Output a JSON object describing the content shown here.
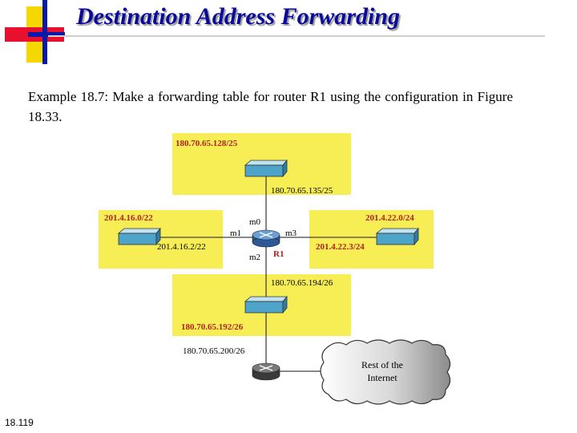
{
  "slide": {
    "title": "Destination Address Forwarding",
    "example_text": "Example 18.7: Make a forwarding table for router R1 using the configuration in Figure 18.33.",
    "slide_number": "18.119"
  },
  "figure": {
    "lans": [
      {
        "label": "180.70.65.128/25"
      },
      {
        "label": "201.4.16.0/22"
      },
      {
        "label": "201.4.22.0/24"
      },
      {
        "label": "180.70.65.192/26"
      }
    ],
    "interfaces": {
      "top": "180.70.65.135/25",
      "left": "201.4.16.2/22",
      "right": "201.4.22.3/24",
      "bottom": "180.70.65.194/26",
      "lower_router": "180.70.65.200/26"
    },
    "ports": {
      "m0": "m0",
      "m1": "m1",
      "m2": "m2",
      "m3": "m3"
    },
    "router_name": "R1",
    "cloud_line1": "Rest of the",
    "cloud_line2": "Internet",
    "colors": {
      "lan_background": "#f7ee55",
      "lan_label": "#b22222",
      "switch": "#4ea3c9",
      "router": "#3a6fb0",
      "title": "#0a0a9a"
    }
  }
}
